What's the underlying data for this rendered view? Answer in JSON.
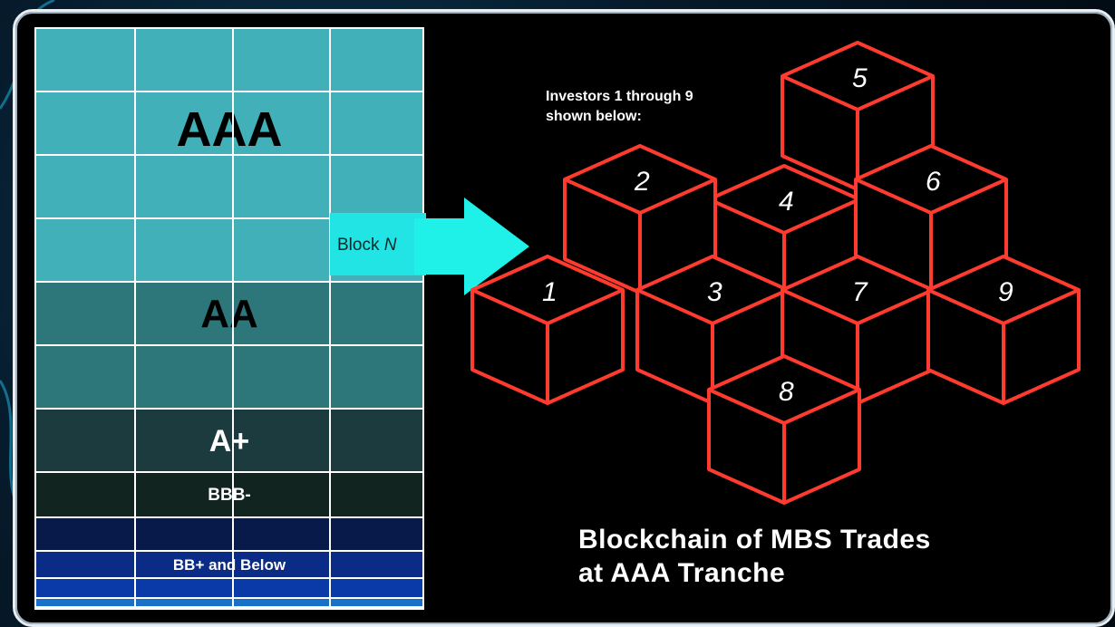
{
  "tranches": [
    {
      "id": "aaa",
      "label": "AAA",
      "color": "#41b0b8",
      "rows": 4
    },
    {
      "id": "aa",
      "label": "AA",
      "color": "#2d767a",
      "rows": 2
    },
    {
      "id": "a",
      "label": "A+",
      "color": "#1c3b3e",
      "rows": 1
    },
    {
      "id": "bbb",
      "label": "BBB-",
      "color": "#11241f",
      "rows": 1
    },
    {
      "id": "bb",
      "label": "BB+ and Below",
      "color": "#081a4a",
      "rows": 4
    }
  ],
  "block": {
    "label_prefix": "Block ",
    "label_var": "N",
    "arrow_color": "#1ff0e8"
  },
  "investors_note": "Investors 1 through 9\nshown below:",
  "cubes": {
    "stroke_color": "#ff3b2f",
    "labels": [
      "1",
      "2",
      "3",
      "4",
      "5",
      "6",
      "7",
      "8",
      "9"
    ]
  },
  "title": {
    "line1": "Blockchain of MBS Trades",
    "line2": "at AAA Tranche"
  }
}
